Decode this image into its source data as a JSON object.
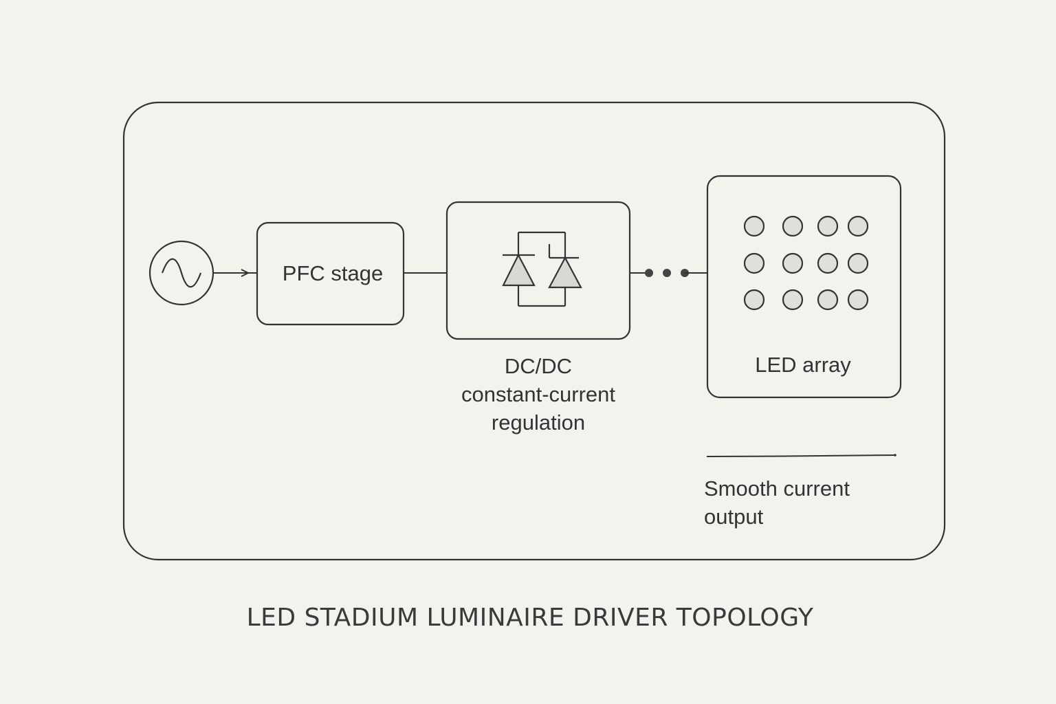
{
  "diagram": {
    "caption": "LED STADIUM LUMINAIRE DRIVER TOPOLOGY",
    "pfc_label": "PFC stage",
    "dcdc_label": {
      "line1": "DC/DC",
      "line2": "constant-current",
      "line3": "regulation"
    },
    "led_label": "LED array",
    "output_label": {
      "line1": "Smooth current",
      "line2": "output"
    },
    "led_grid": {
      "rows": 3,
      "cols": 4
    },
    "icons": [
      "ac-source-icon",
      "diode-pair-icon",
      "led-dot-icon"
    ],
    "colors": {
      "background": "#f4f2ec",
      "stroke": "#333333",
      "led_fill": "#e0dfda"
    }
  }
}
